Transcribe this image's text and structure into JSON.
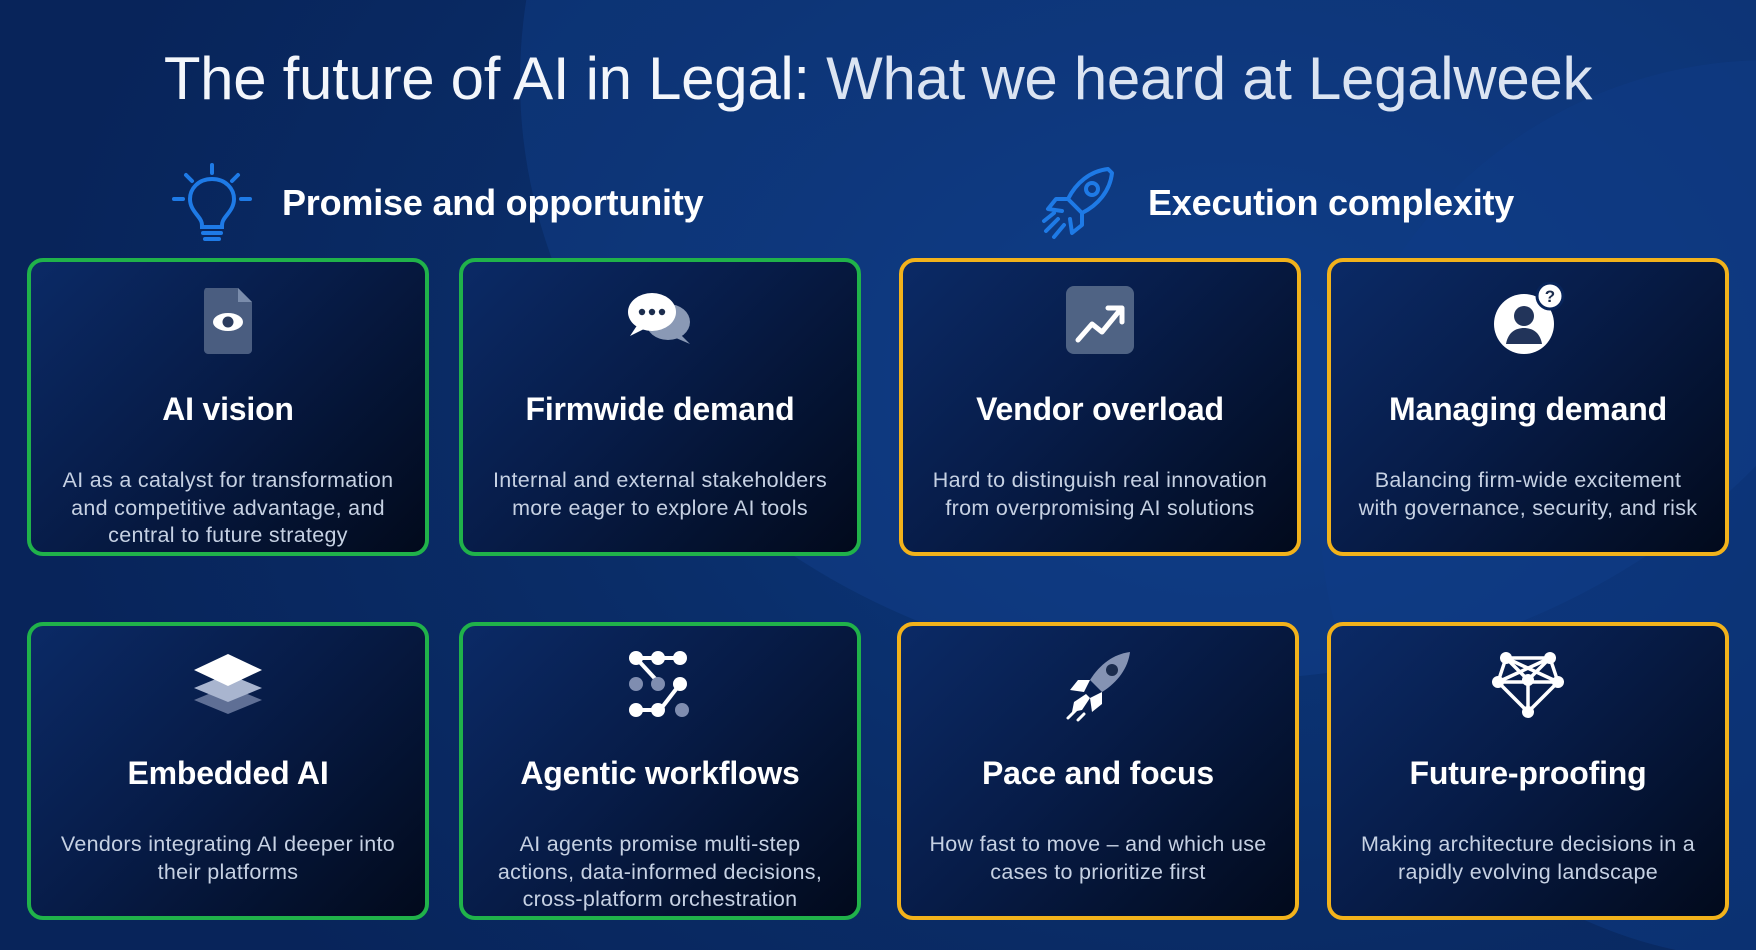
{
  "title": {
    "main": "The future of AI in Legal:",
    "accent": " What we heard at Legalweek"
  },
  "sections": {
    "left": {
      "title": "Promise and opportunity",
      "icon": "lightbulb-icon",
      "icon_color": "#1e7ae6"
    },
    "right": {
      "title": "Execution complexity",
      "icon": "rocket-icon",
      "icon_color": "#1e7ae6"
    }
  },
  "colors": {
    "opportunity_border": "#20b24a",
    "complexity_border": "#f2b21b",
    "background": "#0a2d68"
  },
  "cards": [
    {
      "title": "AI vision",
      "description": "AI as a catalyst for transformation\nand competitive advantage, and\ncentral to future strategy",
      "icon": "document-eye-icon",
      "group": "opportunity"
    },
    {
      "title": "Firmwide demand",
      "description": "Internal and external stakeholders\nmore eager to explore AI tools",
      "icon": "chat-bubbles-icon",
      "group": "opportunity"
    },
    {
      "title": "Vendor overload",
      "description": "Hard to distinguish real innovation\nfrom overpromising AI solutions",
      "icon": "trend-up-icon",
      "group": "complexity"
    },
    {
      "title": "Managing demand",
      "description": "Balancing firm-wide excitement\nwith governance, security, and risk",
      "icon": "user-question-icon",
      "group": "complexity"
    },
    {
      "title": "Embedded AI",
      "description": "Vendors integrating AI deeper into\ntheir platforms",
      "icon": "layers-icon",
      "group": "opportunity"
    },
    {
      "title": "Agentic workflows",
      "description": "AI agents promise multi-step\nactions, data-informed decisions,\ncross-platform orchestration",
      "icon": "workflow-nodes-icon",
      "group": "opportunity"
    },
    {
      "title": "Pace and focus",
      "description": "How fast to move – and which use\ncases to prioritize first",
      "icon": "rocket-icon",
      "group": "complexity"
    },
    {
      "title": "Future-proofing",
      "description": "Making architecture decisions in a\nrapidly evolving landscape",
      "icon": "network-icon",
      "group": "complexity"
    }
  ]
}
